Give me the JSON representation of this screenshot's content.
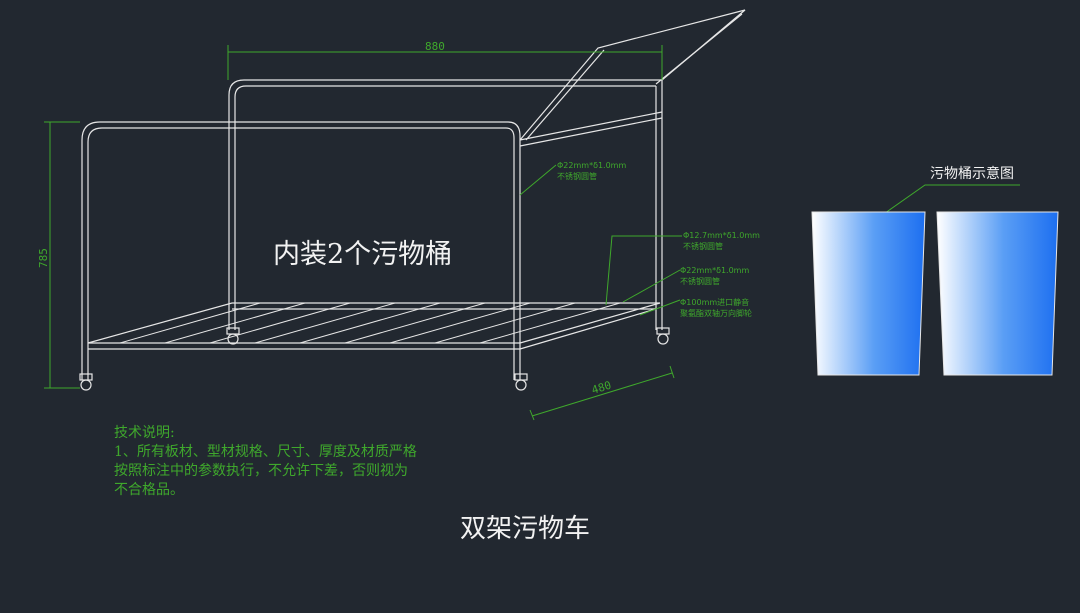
{
  "drawing": {
    "title": "双架污物车",
    "inner_label": "内装2个污物桶",
    "bucket_caption": "污物桶示意图",
    "dimensions": {
      "length": "880",
      "height": "785",
      "width": "480"
    },
    "annotations": [
      {
        "spec": "Φ22mm*δ1.0mm",
        "material": "不锈钢圆管"
      },
      {
        "spec": "Φ12.7mm*δ1.0mm",
        "material": "不锈钢圆管"
      },
      {
        "spec": "Φ22mm*δ1.0mm",
        "material": "不锈钢圆管"
      },
      {
        "spec": "Φ100mm进口静音",
        "material": "聚氨酯双轴万向脚轮"
      }
    ],
    "notes": {
      "heading": "技术说明:",
      "lines": [
        "1、所有板材、型材规格、尺寸、厚度及材质严格",
        "按照标注中的参数执行，不允许下差，否则视为",
        "不合格品。"
      ]
    },
    "colors": {
      "background": "#222830",
      "dimension": "#3fa82c",
      "frame": "#e6e6e6",
      "bucket": "#2f7df0"
    }
  }
}
